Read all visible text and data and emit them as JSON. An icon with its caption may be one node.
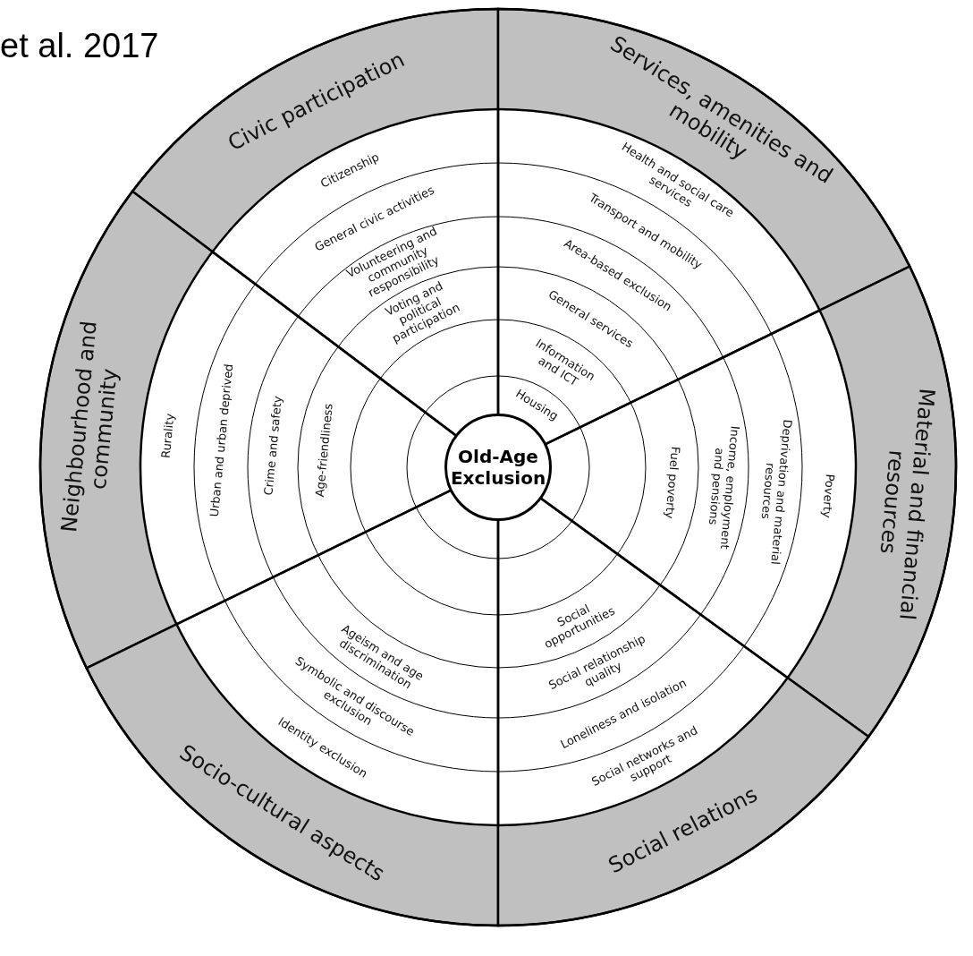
{
  "diagram": {
    "nodes": [
      {
        "text": [
          "Old-Age Exclusion"
        ]
      },
      {
        "text": [
          "Civic participation"
        ]
      },
      {
        "text": [
          "Citizenship"
        ],
        "in": 1
      },
      {
        "text": [
          "General civic activities"
        ],
        "in": 1
      },
      {
        "text": [
          "Volunteering and community responsibility"
        ],
        "in": 1
      },
      {
        "text": [
          "Voting and political participation"
        ],
        "in": 1
      },
      {
        "text": [
          "Services, amenities and mobility"
        ]
      },
      {
        "text": [
          "Health and social care services"
        ],
        "in": 6
      },
      {
        "text": [
          "Transport and mobility"
        ],
        "in": 6
      },
      {
        "text": [
          "Area-based exclusion"
        ],
        "in": 6
      },
      {
        "text": [
          "General services"
        ],
        "in": 6
      },
      {
        "text": [
          "Information and ICT"
        ],
        "in": 6
      },
      {
        "text": [
          "Housing"
        ],
        "in": 6
      },
      {
        "text": [
          "Neighbourhood and community"
        ]
      },
      {
        "text": [
          "Rurality"
        ],
        "in": 13
      },
      {
        "text": [
          "Urban and urban deprived"
        ],
        "in": 13
      },
      {
        "text": [
          "Crime and safety"
        ],
        "in": 13
      },
      {
        "text": [
          "Age-friendliness"
        ],
        "in": 13
      },
      {
        "text": [
          "Material and financial resources"
        ]
      },
      {
        "text": [
          "Poverty"
        ],
        "in": 18
      },
      {
        "text": [
          "Deprivation and material resources"
        ],
        "in": 18
      },
      {
        "text": [
          "Income, employment and pensions"
        ],
        "in": 18
      },
      {
        "text": [
          "Fuel poverty"
        ],
        "in": 18
      },
      {
        "text": [
          "Socio-cultural aspects"
        ]
      },
      {
        "text": [
          "Identity exclusion"
        ],
        "in": 23
      },
      {
        "text": [
          "Symbolic and discourse exclusion"
        ],
        "in": 23
      },
      {
        "text": [
          "Ageism and age discrimination"
        ],
        "in": 23
      },
      {
        "text": [
          "Social relations"
        ]
      },
      {
        "text": [
          "Social networks and support"
        ],
        "in": 27
      },
      {
        "text": [
          "Loneliness and isolation"
        ],
        "in": 27
      },
      {
        "text": [
          "Social relationship quality"
        ],
        "in": 27
      },
      {
        "text": [
          "Social opportunities"
        ],
        "in": 27
      }
    ],
    "labels": [
      "et al. 2017"
    ]
  }
}
